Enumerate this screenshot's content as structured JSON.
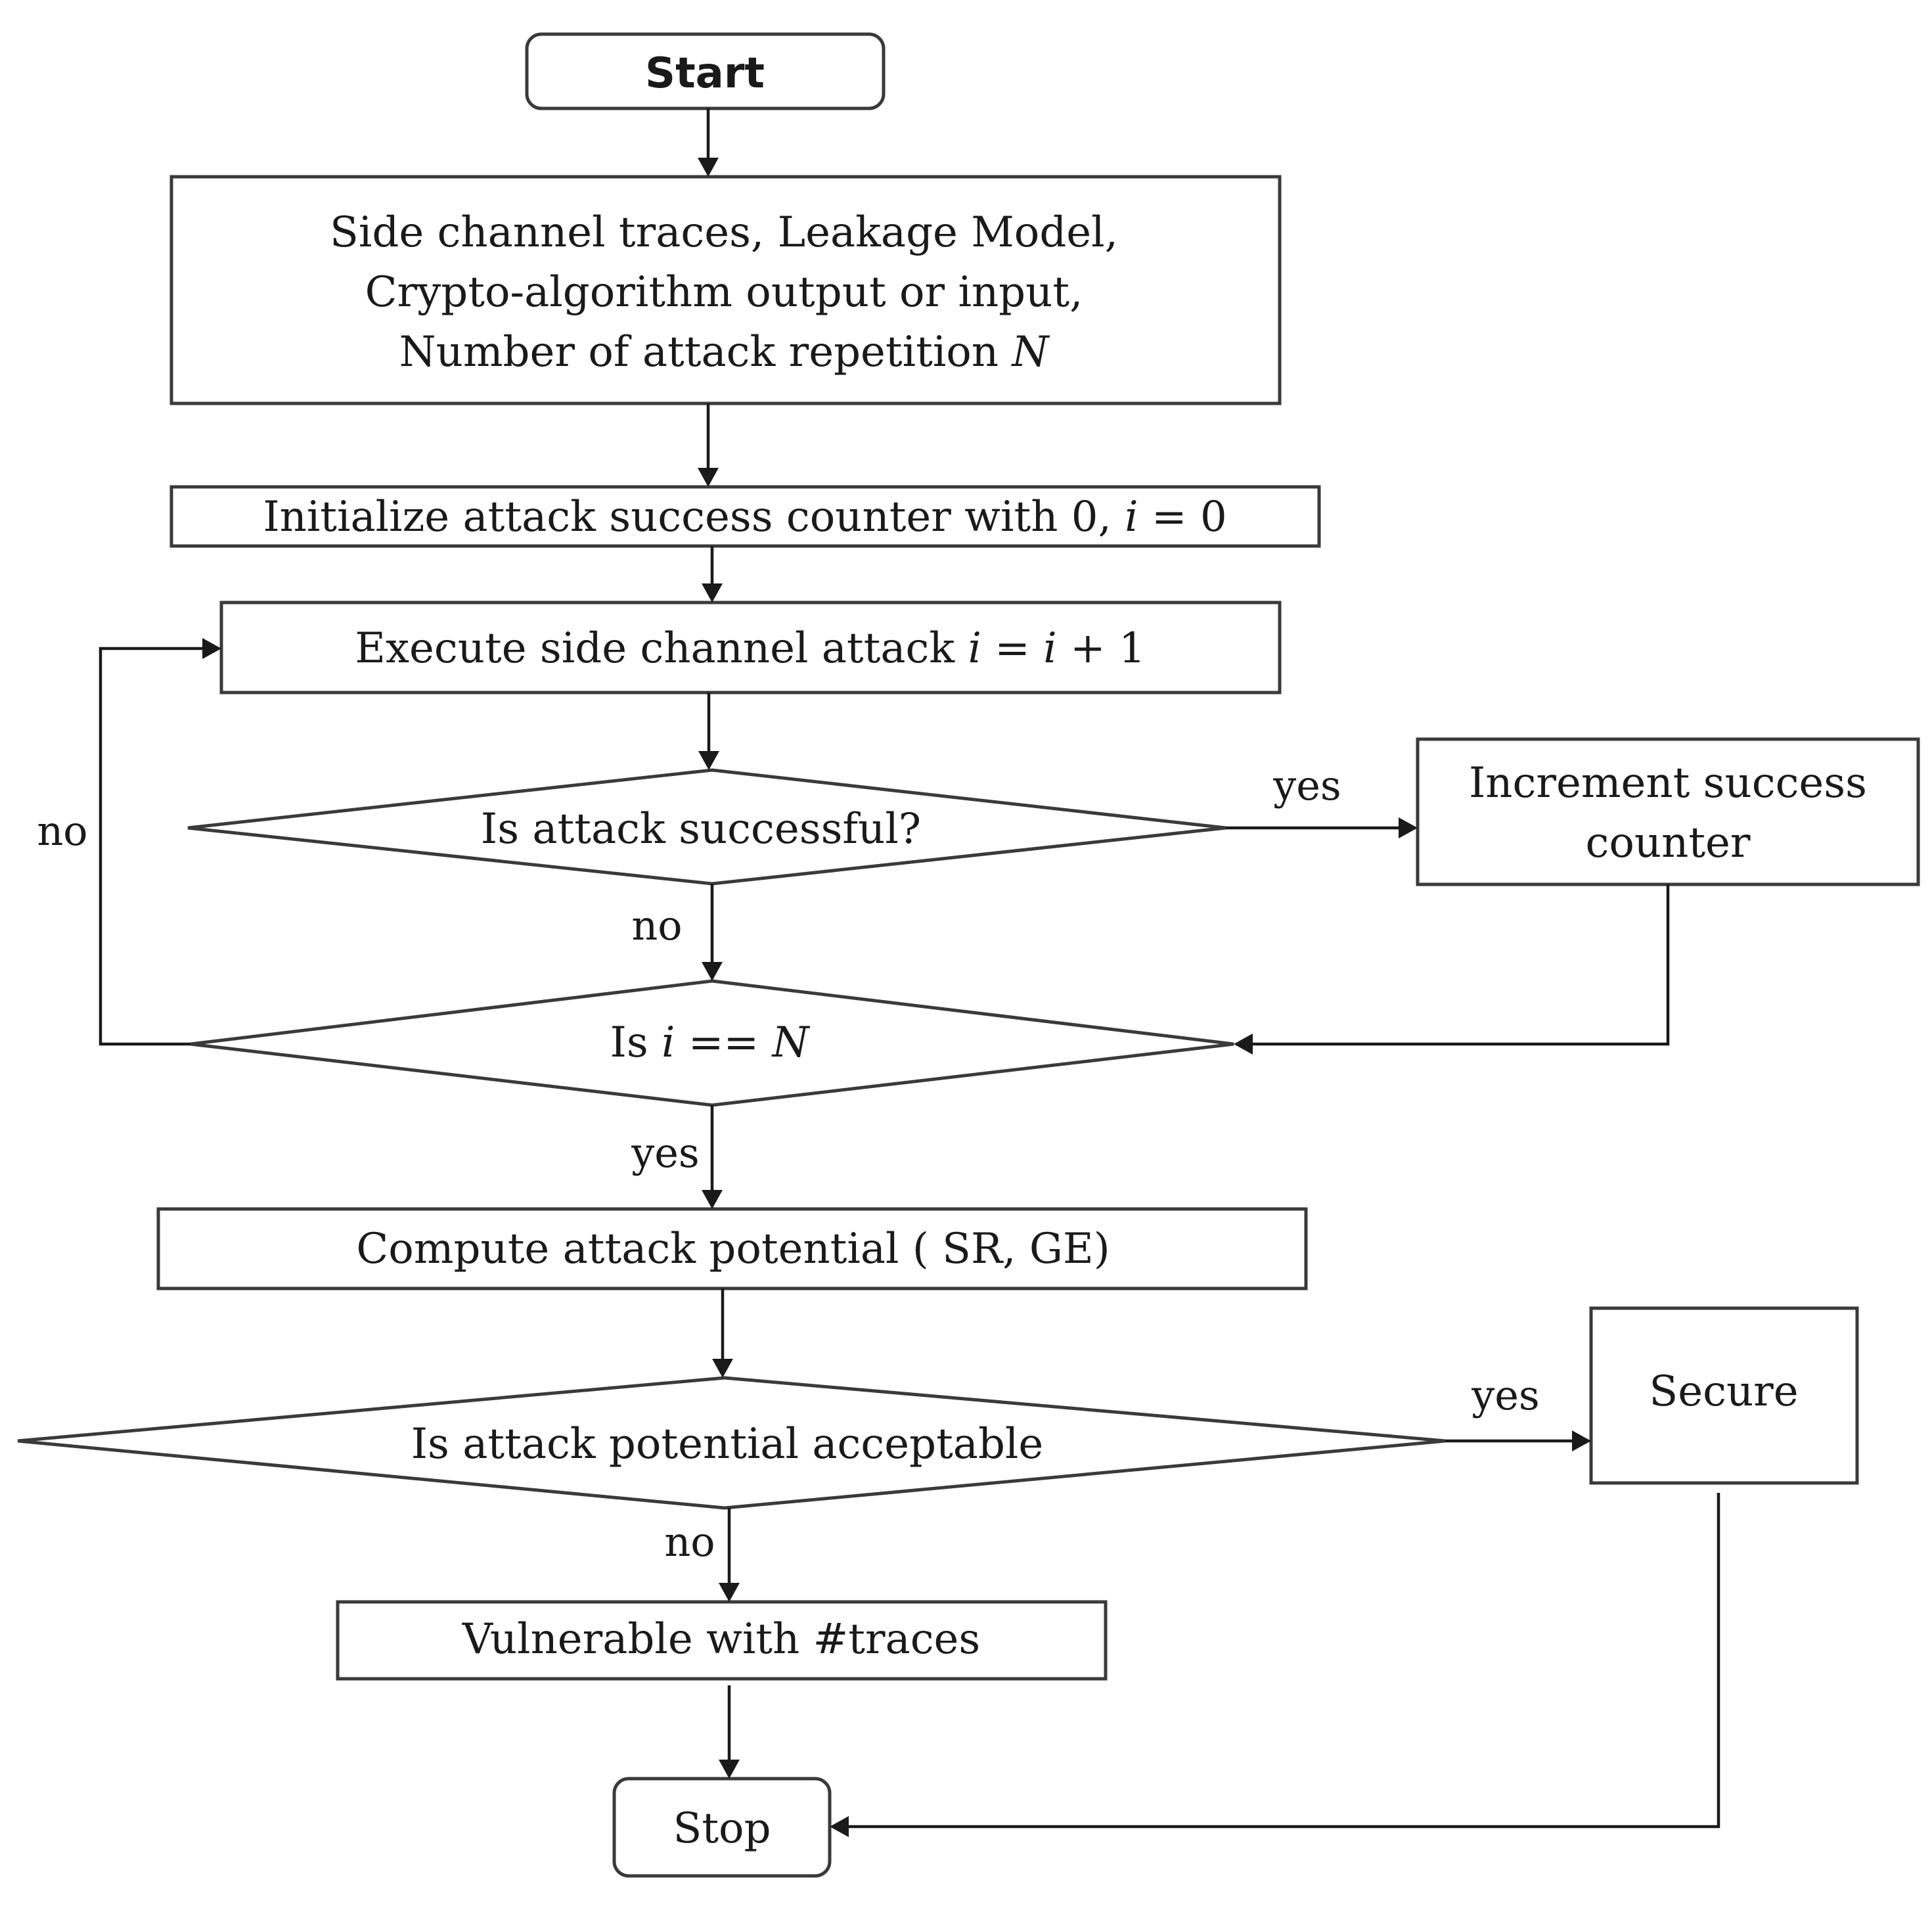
{
  "nodes": {
    "start": "Start",
    "inputs": {
      "line1": "Side channel traces, Leakage Model,",
      "line2": "Crypto-algorithm output or input,",
      "line3_text": "Number of attack repetition ",
      "line3_var": "N"
    },
    "init": {
      "text": "Initialize attack success counter with 0, ",
      "var": "i",
      "tail": " = 0"
    },
    "execute": {
      "text": "Execute side channel attack ",
      "var1": "i",
      "mid": " = ",
      "var2": "i",
      "tail": " + 1"
    },
    "decision_success": "Is attack successful?",
    "increment": {
      "line1": "Increment success",
      "line2": "counter"
    },
    "decision_count": {
      "text": "Is ",
      "var1": "i",
      "mid": " == ",
      "var2": "N"
    },
    "compute": "Compute attack potential ( SR, GE)",
    "decision_acceptable": "Is attack potential acceptable",
    "secure": "Secure",
    "vulnerable": "Vulnerable with #traces",
    "stop": "Stop"
  },
  "edge_labels": {
    "success_yes": "yes",
    "success_no": "no",
    "count_no": "no",
    "count_yes": "yes",
    "acceptable_yes": "yes",
    "acceptable_no": "no"
  }
}
